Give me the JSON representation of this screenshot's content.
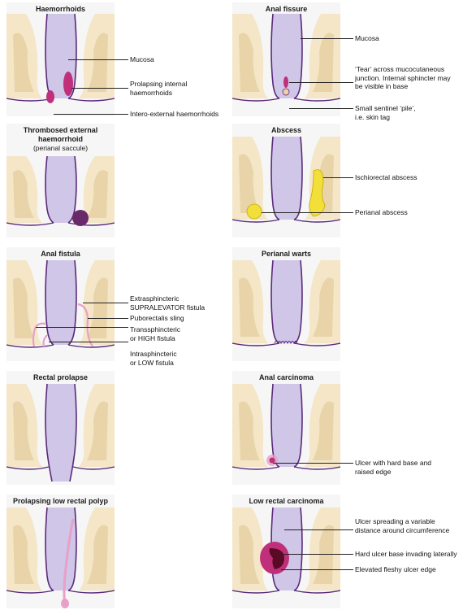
{
  "panels": {
    "haemorrhoids": {
      "title": "Haemorrhoids",
      "labels": {
        "mucosa": "Mucosa",
        "prolapsing_1": "Prolapsing internal",
        "prolapsing_2": "haemorrhoids",
        "intero": "Intero-external haemorrhoids"
      }
    },
    "anal_fissure": {
      "title": "Anal fissure",
      "labels": {
        "mucosa": "Mucosa",
        "tear_1": "‘Tear’ across mucocutaneous",
        "tear_2": "junction. Internal sphincter may",
        "tear_3": "be visible in base",
        "pile_1": "Small sentinel ‘pile’,",
        "pile_2": "i.e. skin tag"
      }
    },
    "thrombosed": {
      "title_1": "Thrombosed external",
      "title_2": "haemorrhoid",
      "subtitle": "(perianal saccule)"
    },
    "abscess": {
      "title": "Abscess",
      "labels": {
        "ischio": "Ischiorectal abscess",
        "perianal": "Perianal abscess"
      }
    },
    "anal_fistula": {
      "title": "Anal fistula",
      "labels": {
        "extra_1": "Extrasphincteric",
        "extra_2": "SUPRALEVATOR fistula",
        "pubo": "Puborectalis sling",
        "trans_1": "Transsphincteric",
        "trans_2": "or HIGH fistula",
        "intra_1": "Intrasphincteric",
        "intra_2": "or LOW fistula"
      }
    },
    "perianal_warts": {
      "title": "Perianal warts"
    },
    "rectal_prolapse": {
      "title": "Rectal prolapse"
    },
    "anal_carcinoma": {
      "title": "Anal carcinoma",
      "labels": {
        "ulcer_1": "Ulcer with hard base and",
        "ulcer_2": "raised edge"
      }
    },
    "polyp": {
      "title": "Prolapsing low rectal polyp"
    },
    "low_rectal": {
      "title": "Low rectal carcinoma",
      "labels": {
        "spread_1": "Ulcer spreading a variable",
        "spread_2": "distance around circumference",
        "hard": "Hard ulcer base invading laterally",
        "elevated": "Elevated fleshy ulcer edge"
      }
    }
  },
  "colors": {
    "lumen": "#cfc6e8",
    "wall": "#5a2a7a",
    "tissue": "#f4e6c6",
    "muscle": "#e8d4a8",
    "pink": "#e8a0c8",
    "magenta": "#c0307a",
    "yellow": "#f2df3a",
    "tumour": "#8a1840"
  }
}
